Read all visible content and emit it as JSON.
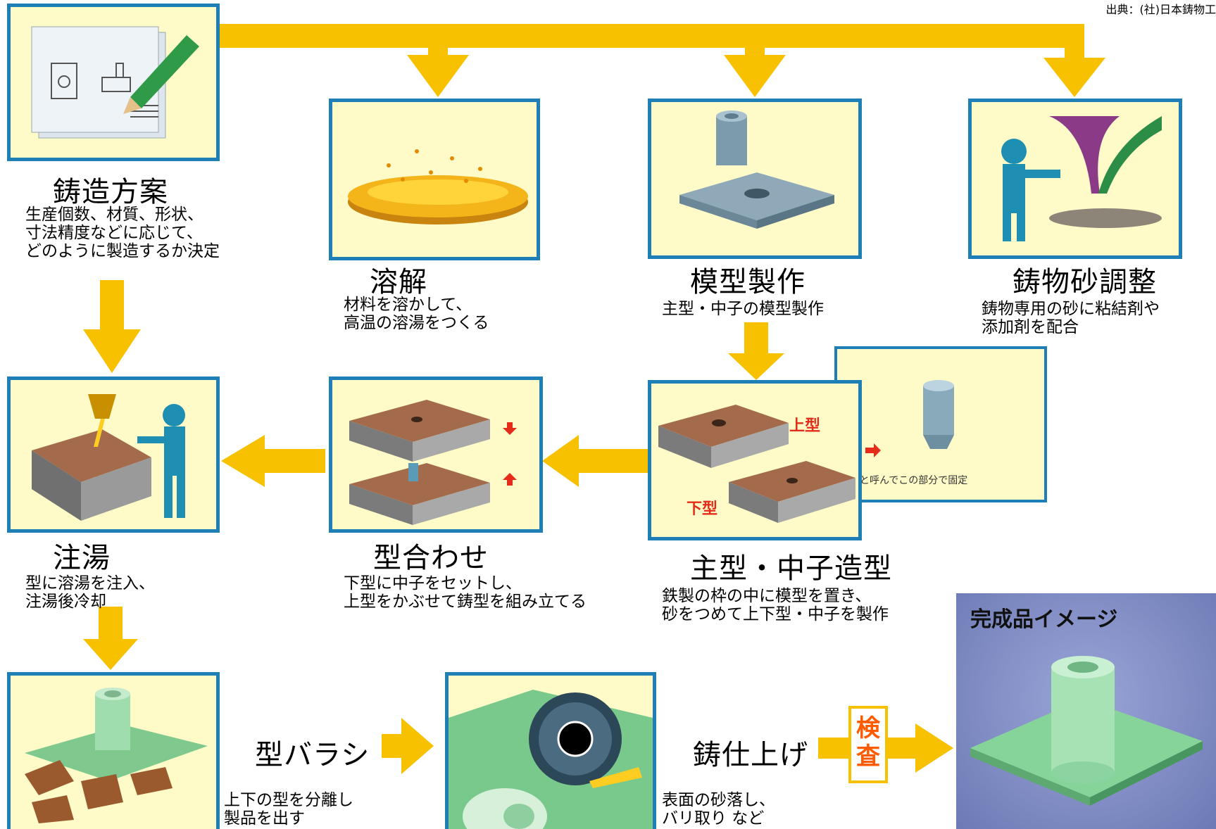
{
  "source": "出典：(社)日本鋳物工",
  "colors": {
    "arrow": "#f7c100",
    "frame": "#1d7fb5",
    "panel": "#fffbc8",
    "accent": "#ff5a00"
  },
  "steps": {
    "casting_plan": {
      "title": "鋳造方案",
      "desc": "生産個数、材質、形状、\n寸法精度などに応じて、\nどのように製造するか決定"
    },
    "melting": {
      "title": "溶解",
      "desc": "材料を溶かして、\n高温の溶湯をつくる"
    },
    "pattern": {
      "title": "模型製作",
      "desc": "主型・中子の模型製作"
    },
    "sand": {
      "title": "鋳物砂調整",
      "desc": "鋳物専用の砂に粘結剤や\n添加剤を配合"
    },
    "pouring": {
      "title": "注湯",
      "desc": "型に溶湯を注入、\n注湯後冷却"
    },
    "assembly": {
      "title": "型合わせ",
      "desc": "下型に中子をセットし、\n上型をかぶせて鋳型を組み立てる"
    },
    "molding": {
      "title": "主型・中子造型",
      "desc": "鉄製の枠の中に模型を置き、\n砂をつめて上下型・中子を製作"
    },
    "shakeout": {
      "title": "型バラシ",
      "desc": "上下の型を分離し\n製品を出す"
    },
    "finishing": {
      "title": "鋳仕上げ",
      "desc": "表面の砂落し、\nバリ取り など"
    }
  },
  "molding_labels": {
    "upper": "上型",
    "lower": "下型",
    "note": "巾木と呼んでこの部分で固定"
  },
  "inspection": "検査",
  "finished_title": "完成品イメージ"
}
